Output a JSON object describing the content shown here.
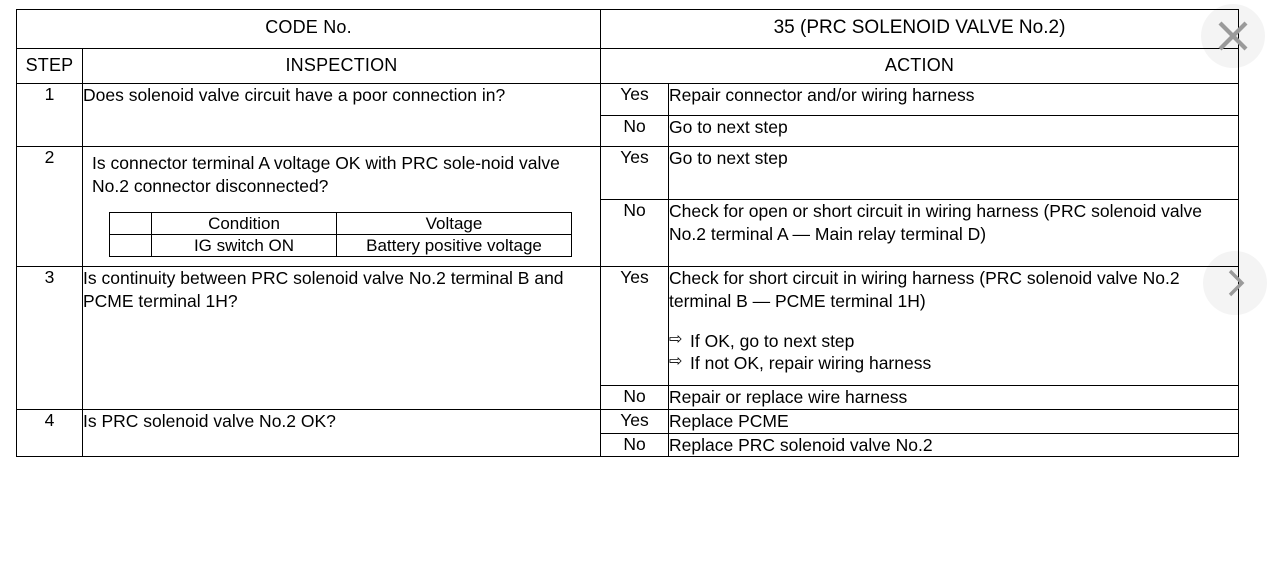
{
  "header": {
    "code_label": "CODE No.",
    "code_title": "35 (PRC SOLENOID VALVE No.2)",
    "col_step": "STEP",
    "col_inspection": "INSPECTION",
    "col_action": "ACTION"
  },
  "answers": {
    "yes": "Yes",
    "no": "No"
  },
  "steps": [
    {
      "number": "1",
      "inspection": "Does solenoid valve circuit have a poor connection in?",
      "actions": [
        {
          "answer": "Yes",
          "text": "Repair connector and/or wiring harness"
        },
        {
          "answer": "No",
          "text": "Go to next step"
        }
      ]
    },
    {
      "number": "2",
      "inspection": "Is connector terminal A voltage OK with PRC sole-noid valve No.2 connector disconnected?",
      "sub_table": {
        "headers": [
          "",
          "Condition",
          "Voltage"
        ],
        "rows": [
          [
            "",
            "IG switch ON",
            "Battery positive voltage"
          ]
        ]
      },
      "actions": [
        {
          "answer": "Yes",
          "text": "Go to next step"
        },
        {
          "answer": "No",
          "text": "Check for open or short circuit in wiring harness (PRC solenoid valve No.2 terminal A — Main relay terminal D)"
        }
      ]
    },
    {
      "number": "3",
      "inspection": "Is continuity between PRC solenoid valve No.2 terminal B and PCME terminal 1H?",
      "actions": [
        {
          "answer": "Yes",
          "text": "Check for short circuit in wiring harness (PRC solenoid valve No.2 terminal B — PCME terminal 1H)",
          "bullets": [
            {
              "glyph": "⇨",
              "text": "If OK, go to next step"
            },
            {
              "glyph": "⇨",
              "text": "If not OK, repair wiring harness"
            }
          ]
        },
        {
          "answer": "No",
          "text": "Repair or replace wire harness"
        }
      ]
    },
    {
      "number": "4",
      "inspection": "Is PRC solenoid valve No.2 OK?",
      "actions": [
        {
          "answer": "Yes",
          "text": "Replace PCME"
        },
        {
          "answer": "No",
          "text": "Replace PRC solenoid valve No.2"
        }
      ]
    }
  ],
  "overlay": {
    "close_icon": "close-icon",
    "next_icon": "chevron-right-icon",
    "icon_color": "#9a9a9a"
  }
}
